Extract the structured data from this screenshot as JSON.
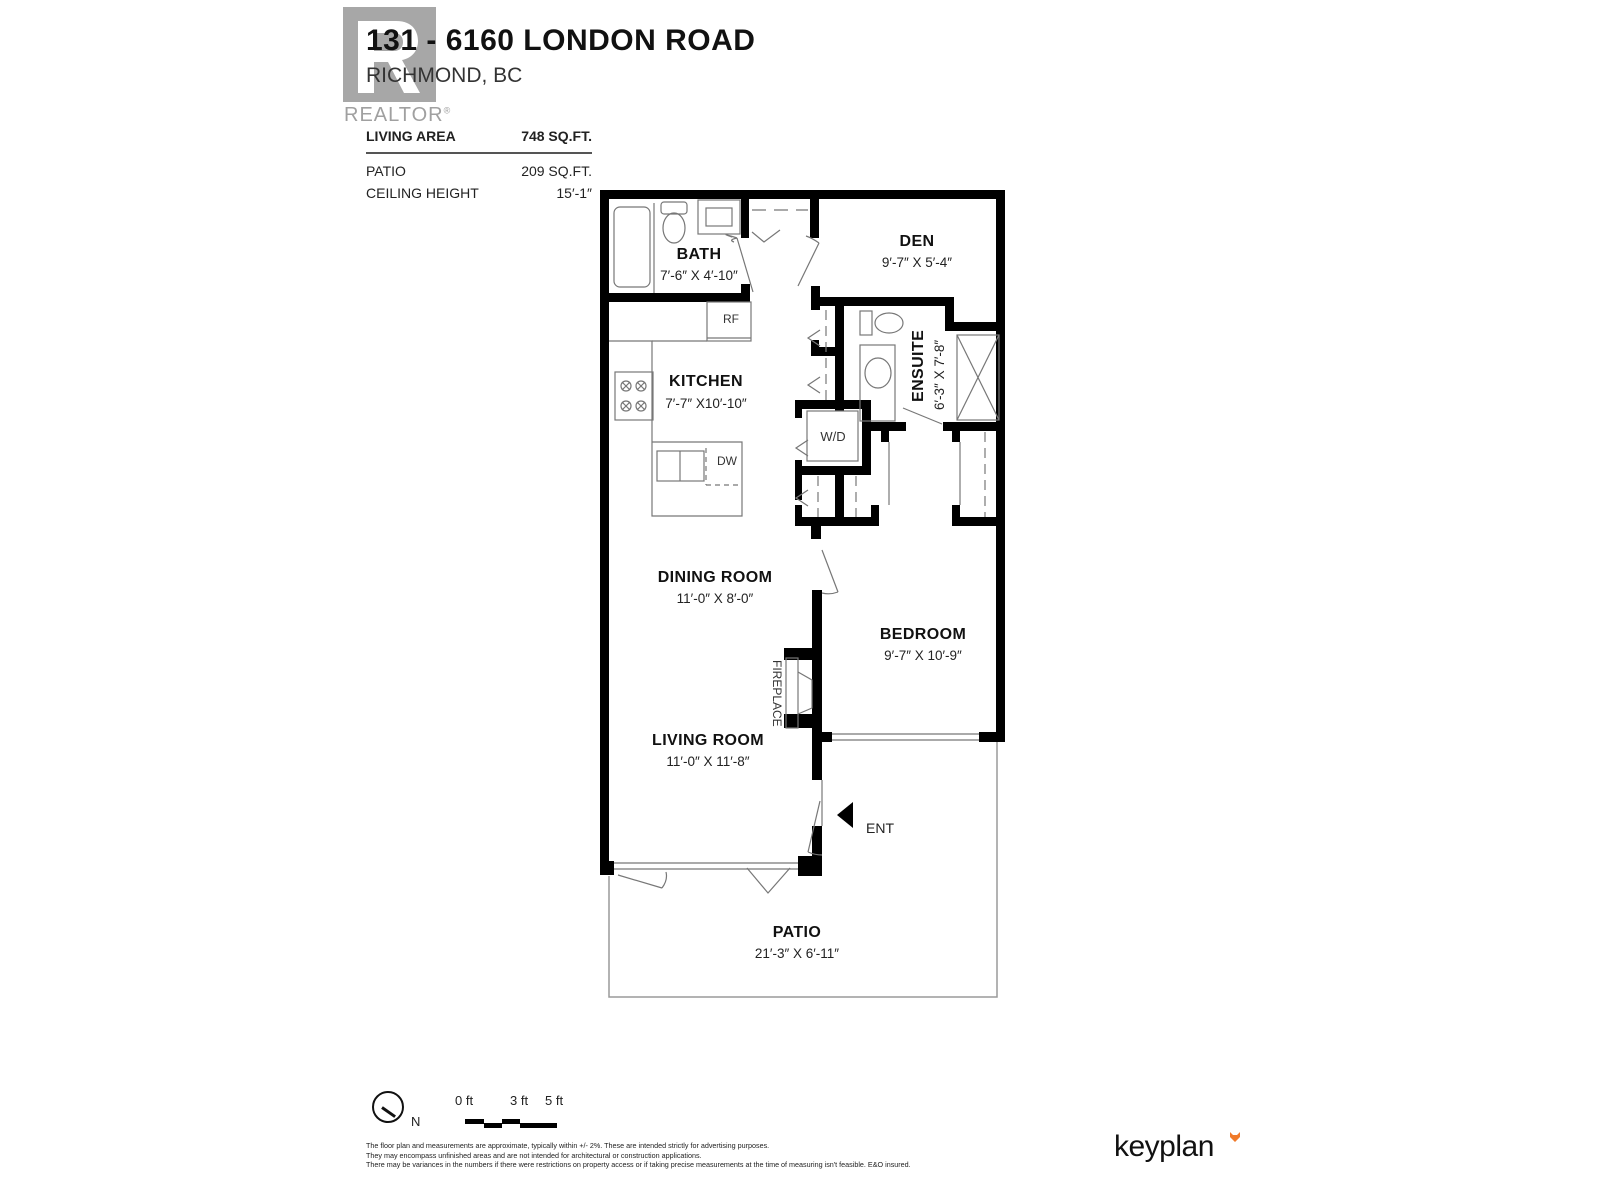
{
  "header": {
    "address_line": "131 - 6160 LONDON ROAD",
    "city_line": "RICHMOND, BC",
    "watermark": {
      "label": "REALTOR",
      "mark": "®",
      "color": "#a7a7a7"
    }
  },
  "stats": [
    {
      "label": "LIVING AREA",
      "value": "748 SQ.FT."
    },
    {
      "label": "PATIO",
      "value": "209 SQ.FT."
    },
    {
      "label": "CEILING HEIGHT",
      "value": "15′-1″"
    }
  ],
  "rooms": {
    "bath": {
      "name": "BATH",
      "dims": "7′-6″ X 4′-10″"
    },
    "den": {
      "name": "DEN",
      "dims": "9′-7″  X  5′-4″"
    },
    "kitchen": {
      "name": "KITCHEN",
      "dims": "7′-7″ X10′-10″"
    },
    "ensuite": {
      "name": "ENSUITE",
      "dims": "6′-3″ X 7′-8″"
    },
    "dining": {
      "name": "DINING ROOM",
      "dims": "11′-0″  X   8′-0″"
    },
    "bedroom": {
      "name": "BEDROOM",
      "dims": "9′-7″  X  10′-9″"
    },
    "living": {
      "name": "LIVING ROOM",
      "dims": "11′-0″  X  11′-8″"
    },
    "patio": {
      "name": "PATIO",
      "dims": "21′-3″  X  6′-11″"
    }
  },
  "fixtures": {
    "refrigerator": "RF",
    "dishwasher": "DW",
    "washer_dryer": "W/D",
    "fireplace": "FIREPLACE",
    "entrance": "ENT"
  },
  "legend": {
    "north": "N",
    "scale": [
      "0 ft",
      "3 ft",
      "5 ft"
    ]
  },
  "disclaimer": [
    "The floor plan and measurements are approximate, typically within +/- 2%. These are intended strictly for advertising purposes.",
    "They may encompass unfinished areas and are not intended for architectural or construction applications.",
    "There may be variances in the numbers if there were restrictions on property access or if taking precise measurements at the time of measuring isn't feasible. E&O insured."
  ],
  "brand": {
    "name": "keyplan",
    "accent": "#f07a2a"
  },
  "colors": {
    "wall": "#000000",
    "line": "#888888",
    "text": "#111111"
  }
}
